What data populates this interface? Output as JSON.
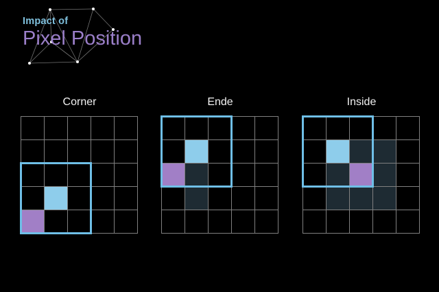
{
  "title": {
    "kicker": "Impact of",
    "main": "Pixel Position"
  },
  "accents": {
    "background": "#000000",
    "kicker_color": "#7fc0dd",
    "title_color": "#9b7fc9",
    "label_color": "#f2f2f2",
    "grid_line": "#808080",
    "highlight_border": "#6fbfe7"
  },
  "palette": {
    "empty": "#000000",
    "blue": "#8ecdeb",
    "purple": "#a17fc6",
    "dark": "#1e2b33"
  },
  "grids": [
    {
      "label": "Corner",
      "rows": 5,
      "cols": 5,
      "cells": [
        [
          "empty",
          "empty",
          "empty",
          "empty",
          "empty"
        ],
        [
          "empty",
          "empty",
          "empty",
          "empty",
          "empty"
        ],
        [
          "empty",
          "empty",
          "empty",
          "empty",
          "empty"
        ],
        [
          "empty",
          "blue",
          "empty",
          "empty",
          "empty"
        ],
        [
          "purple",
          "empty",
          "empty",
          "empty",
          "empty"
        ]
      ],
      "highlight": {
        "row": 2,
        "col": 0,
        "size": 3
      }
    },
    {
      "label": "Ende",
      "rows": 5,
      "cols": 5,
      "cells": [
        [
          "empty",
          "empty",
          "empty",
          "empty",
          "empty"
        ],
        [
          "empty",
          "blue",
          "empty",
          "empty",
          "empty"
        ],
        [
          "purple",
          "dark",
          "empty",
          "empty",
          "empty"
        ],
        [
          "empty",
          "dark",
          "empty",
          "empty",
          "empty"
        ],
        [
          "empty",
          "empty",
          "empty",
          "empty",
          "empty"
        ]
      ],
      "highlight": {
        "row": 0,
        "col": 0,
        "size": 3
      }
    },
    {
      "label": "Inside",
      "rows": 5,
      "cols": 5,
      "cells": [
        [
          "empty",
          "empty",
          "empty",
          "empty",
          "empty"
        ],
        [
          "empty",
          "blue",
          "dark",
          "dark",
          "empty"
        ],
        [
          "empty",
          "dark",
          "purple",
          "dark",
          "empty"
        ],
        [
          "empty",
          "dark",
          "dark",
          "dark",
          "empty"
        ],
        [
          "empty",
          "empty",
          "empty",
          "empty",
          "empty"
        ]
      ],
      "highlight": {
        "row": 0,
        "col": 0,
        "size": 3
      }
    }
  ]
}
